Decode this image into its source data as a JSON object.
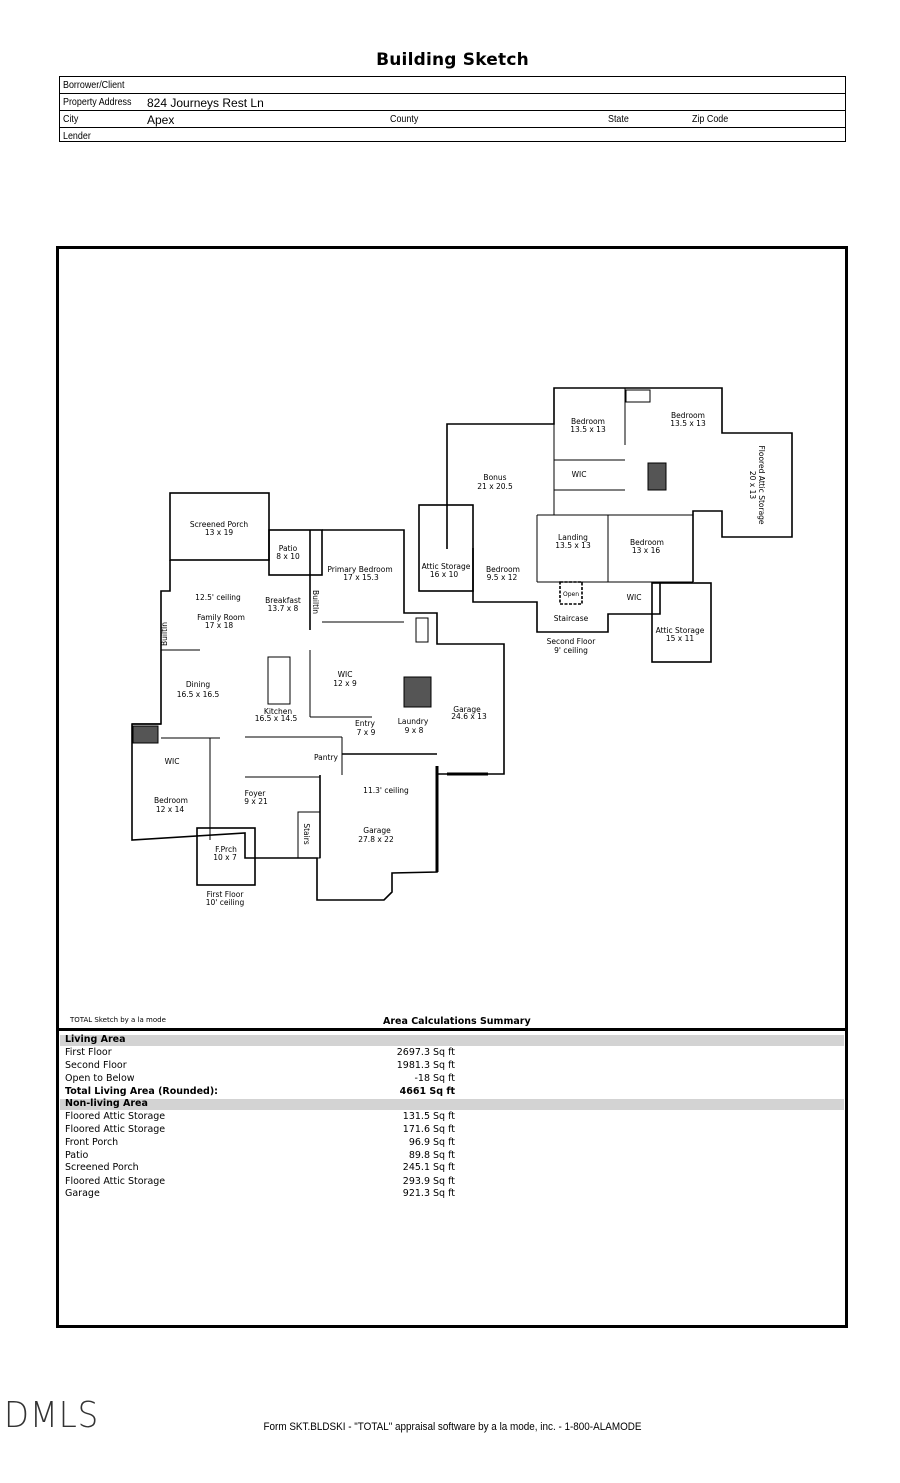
{
  "title": "Building Sketch",
  "form": {
    "borrower_label": "Borrower/Client",
    "borrower_value": "",
    "address_label": "Property Address",
    "address_value": "824 Journeys Rest Ln",
    "city_label": "City",
    "city_value": "Apex",
    "county_label": "County",
    "state_label": "State",
    "zip_label": "Zip Code",
    "lender_label": "Lender"
  },
  "sketch": {
    "first_floor": {
      "rooms": {
        "screened_porch": [
          "Screened Porch",
          "13 x 19"
        ],
        "patio": [
          "Patio",
          "8 x 10"
        ],
        "primary_bedroom": [
          "Primary Bedroom",
          "17 x 15.3"
        ],
        "family_room_ceiling": "12.5' ceiling",
        "family_room": [
          "Family Room",
          "17 x 18"
        ],
        "breakfast": [
          "Breakfast",
          "13.7 x 8"
        ],
        "builtin_1": "BuiltIn",
        "builtin_2": "BuiltIn",
        "dining": [
          "Dining",
          "16.5 x 16.5"
        ],
        "wic_primary": [
          "WIC",
          "12 x 9"
        ],
        "kitchen": [
          "Kitchen",
          "16.5 x 14.5"
        ],
        "entry": [
          "Entry",
          "7 x 9"
        ],
        "laundry": [
          "Laundry",
          "9 x 8"
        ],
        "garage_small": [
          "Garage",
          "24.6 x 13"
        ],
        "wic_bed": "WIC",
        "pantry": "Pantry",
        "bedroom": [
          "Bedroom",
          "12 x 14"
        ],
        "foyer": [
          "Foyer",
          "9 x 21"
        ],
        "garage_ceiling": "11.3' ceiling",
        "garage_large": [
          "Garage",
          "27.8 x 22"
        ],
        "stairs": "Stairs",
        "front_porch": [
          "F.Prch",
          "10 x 7"
        ]
      },
      "label": [
        "First Floor",
        "10' ceiling"
      ]
    },
    "second_floor": {
      "rooms": {
        "bedroom_a": [
          "Bedroom",
          "13.5 x 13"
        ],
        "bedroom_b": [
          "Bedroom",
          "13.5 x 13"
        ],
        "bonus": [
          "Bonus",
          "21 x 20.5"
        ],
        "wic_a": "WIC",
        "floored_attic": [
          "Floored Attic Storage",
          "20 x 13"
        ],
        "landing": [
          "Landing",
          "13.5 x 13"
        ],
        "bedroom_c": [
          "Bedroom",
          "13 x 16"
        ],
        "attic_storage_a": [
          "Attic Storage",
          "16 x 10"
        ],
        "bedroom_d": [
          "Bedroom",
          "9.5 x 12"
        ],
        "open": "Open",
        "wic_b": "WIC",
        "staircase": "Staircase",
        "attic_storage_b": [
          "Attic Storage",
          "15 x 11"
        ]
      },
      "label": [
        "Second Floor",
        "9' ceiling"
      ]
    }
  },
  "credit": "TOTAL Sketch by a la mode",
  "summary": {
    "title": "Area Calculations Summary",
    "living_header": "Living Area",
    "living": [
      {
        "label": "First Floor",
        "value": "2697.3 Sq ft"
      },
      {
        "label": "Second Floor",
        "value": "1981.3 Sq ft"
      },
      {
        "label": "Open to Below",
        "value": "-18 Sq ft"
      }
    ],
    "total": {
      "label": "Total Living Area (Rounded):",
      "value": "4661 Sq ft"
    },
    "nonliving_header": "Non-living Area",
    "nonliving": [
      {
        "label": "Floored Attic Storage",
        "value": "131.5 Sq ft"
      },
      {
        "label": "Floored Attic Storage",
        "value": "171.6 Sq ft"
      },
      {
        "label": "Front Porch",
        "value": "96.9 Sq ft"
      },
      {
        "label": "Patio",
        "value": "89.8 Sq ft"
      },
      {
        "label": "Screened Porch",
        "value": "245.1 Sq ft"
      },
      {
        "label": "Floored Attic Storage",
        "value": "293.9 Sq ft"
      },
      {
        "label": "Garage",
        "value": "921.3 Sq ft"
      }
    ]
  },
  "logo": "DMLS",
  "footer": "Form SKT.BLDSKI - \"TOTAL\" appraisal software by a la mode, inc. - 1-800-ALAMODE"
}
